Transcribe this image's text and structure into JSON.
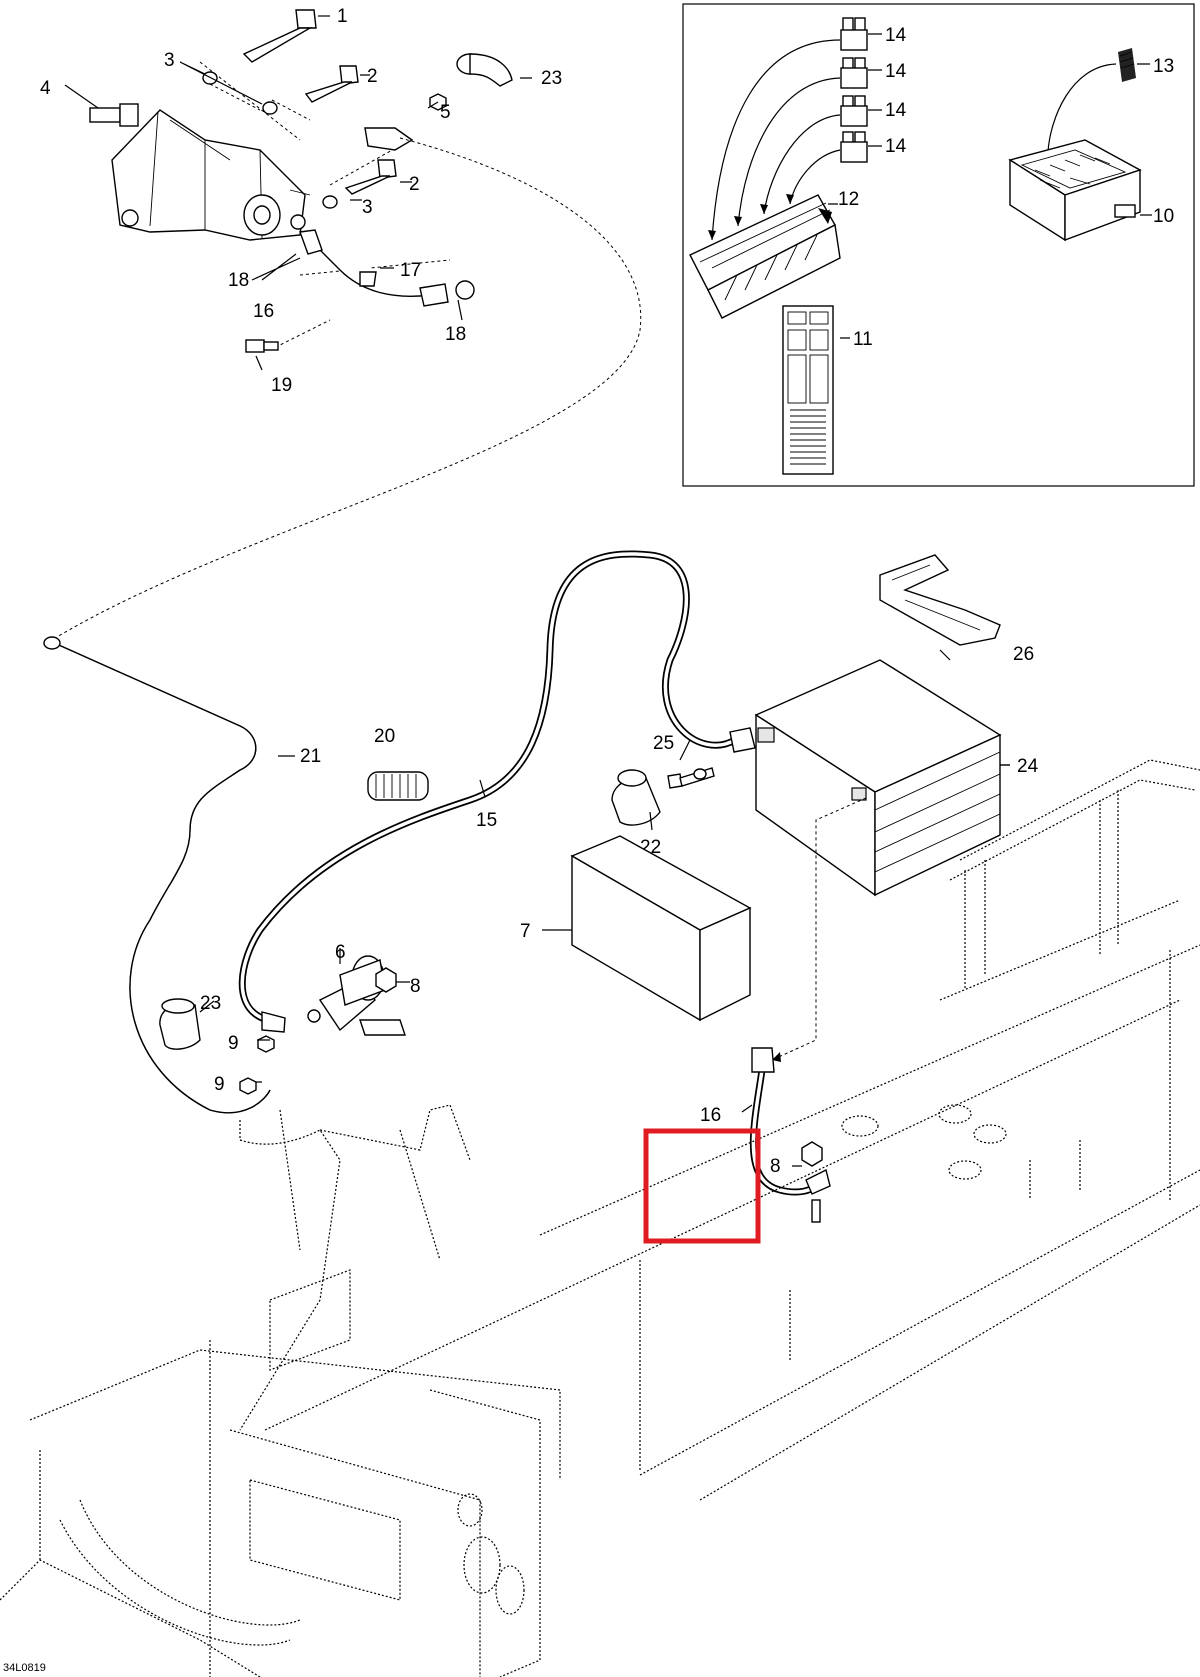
{
  "figure_code": "34L0819",
  "highlight_color": "#e11b22",
  "callouts": {
    "c1": "1",
    "c2a": "2",
    "c2b": "2",
    "c3a": "3",
    "c3b": "3",
    "c4": "4",
    "c5": "5",
    "c6": "6",
    "c7": "7",
    "c8a": "8",
    "c8b": "8",
    "c9a": "9",
    "c9b": "9",
    "c10": "10",
    "c11": "11",
    "c12": "12",
    "c13": "13",
    "c14a": "14",
    "c14b": "14",
    "c14c": "14",
    "c14d": "14",
    "c15": "15",
    "c16a": "16",
    "c16b": "16",
    "c17": "17",
    "c18a": "18",
    "c18b": "18",
    "c19": "19",
    "c20": "20",
    "c21": "21",
    "c22": "22",
    "c23a": "23",
    "c23b": "23",
    "c24": "24",
    "c25": "25",
    "c26": "26"
  }
}
